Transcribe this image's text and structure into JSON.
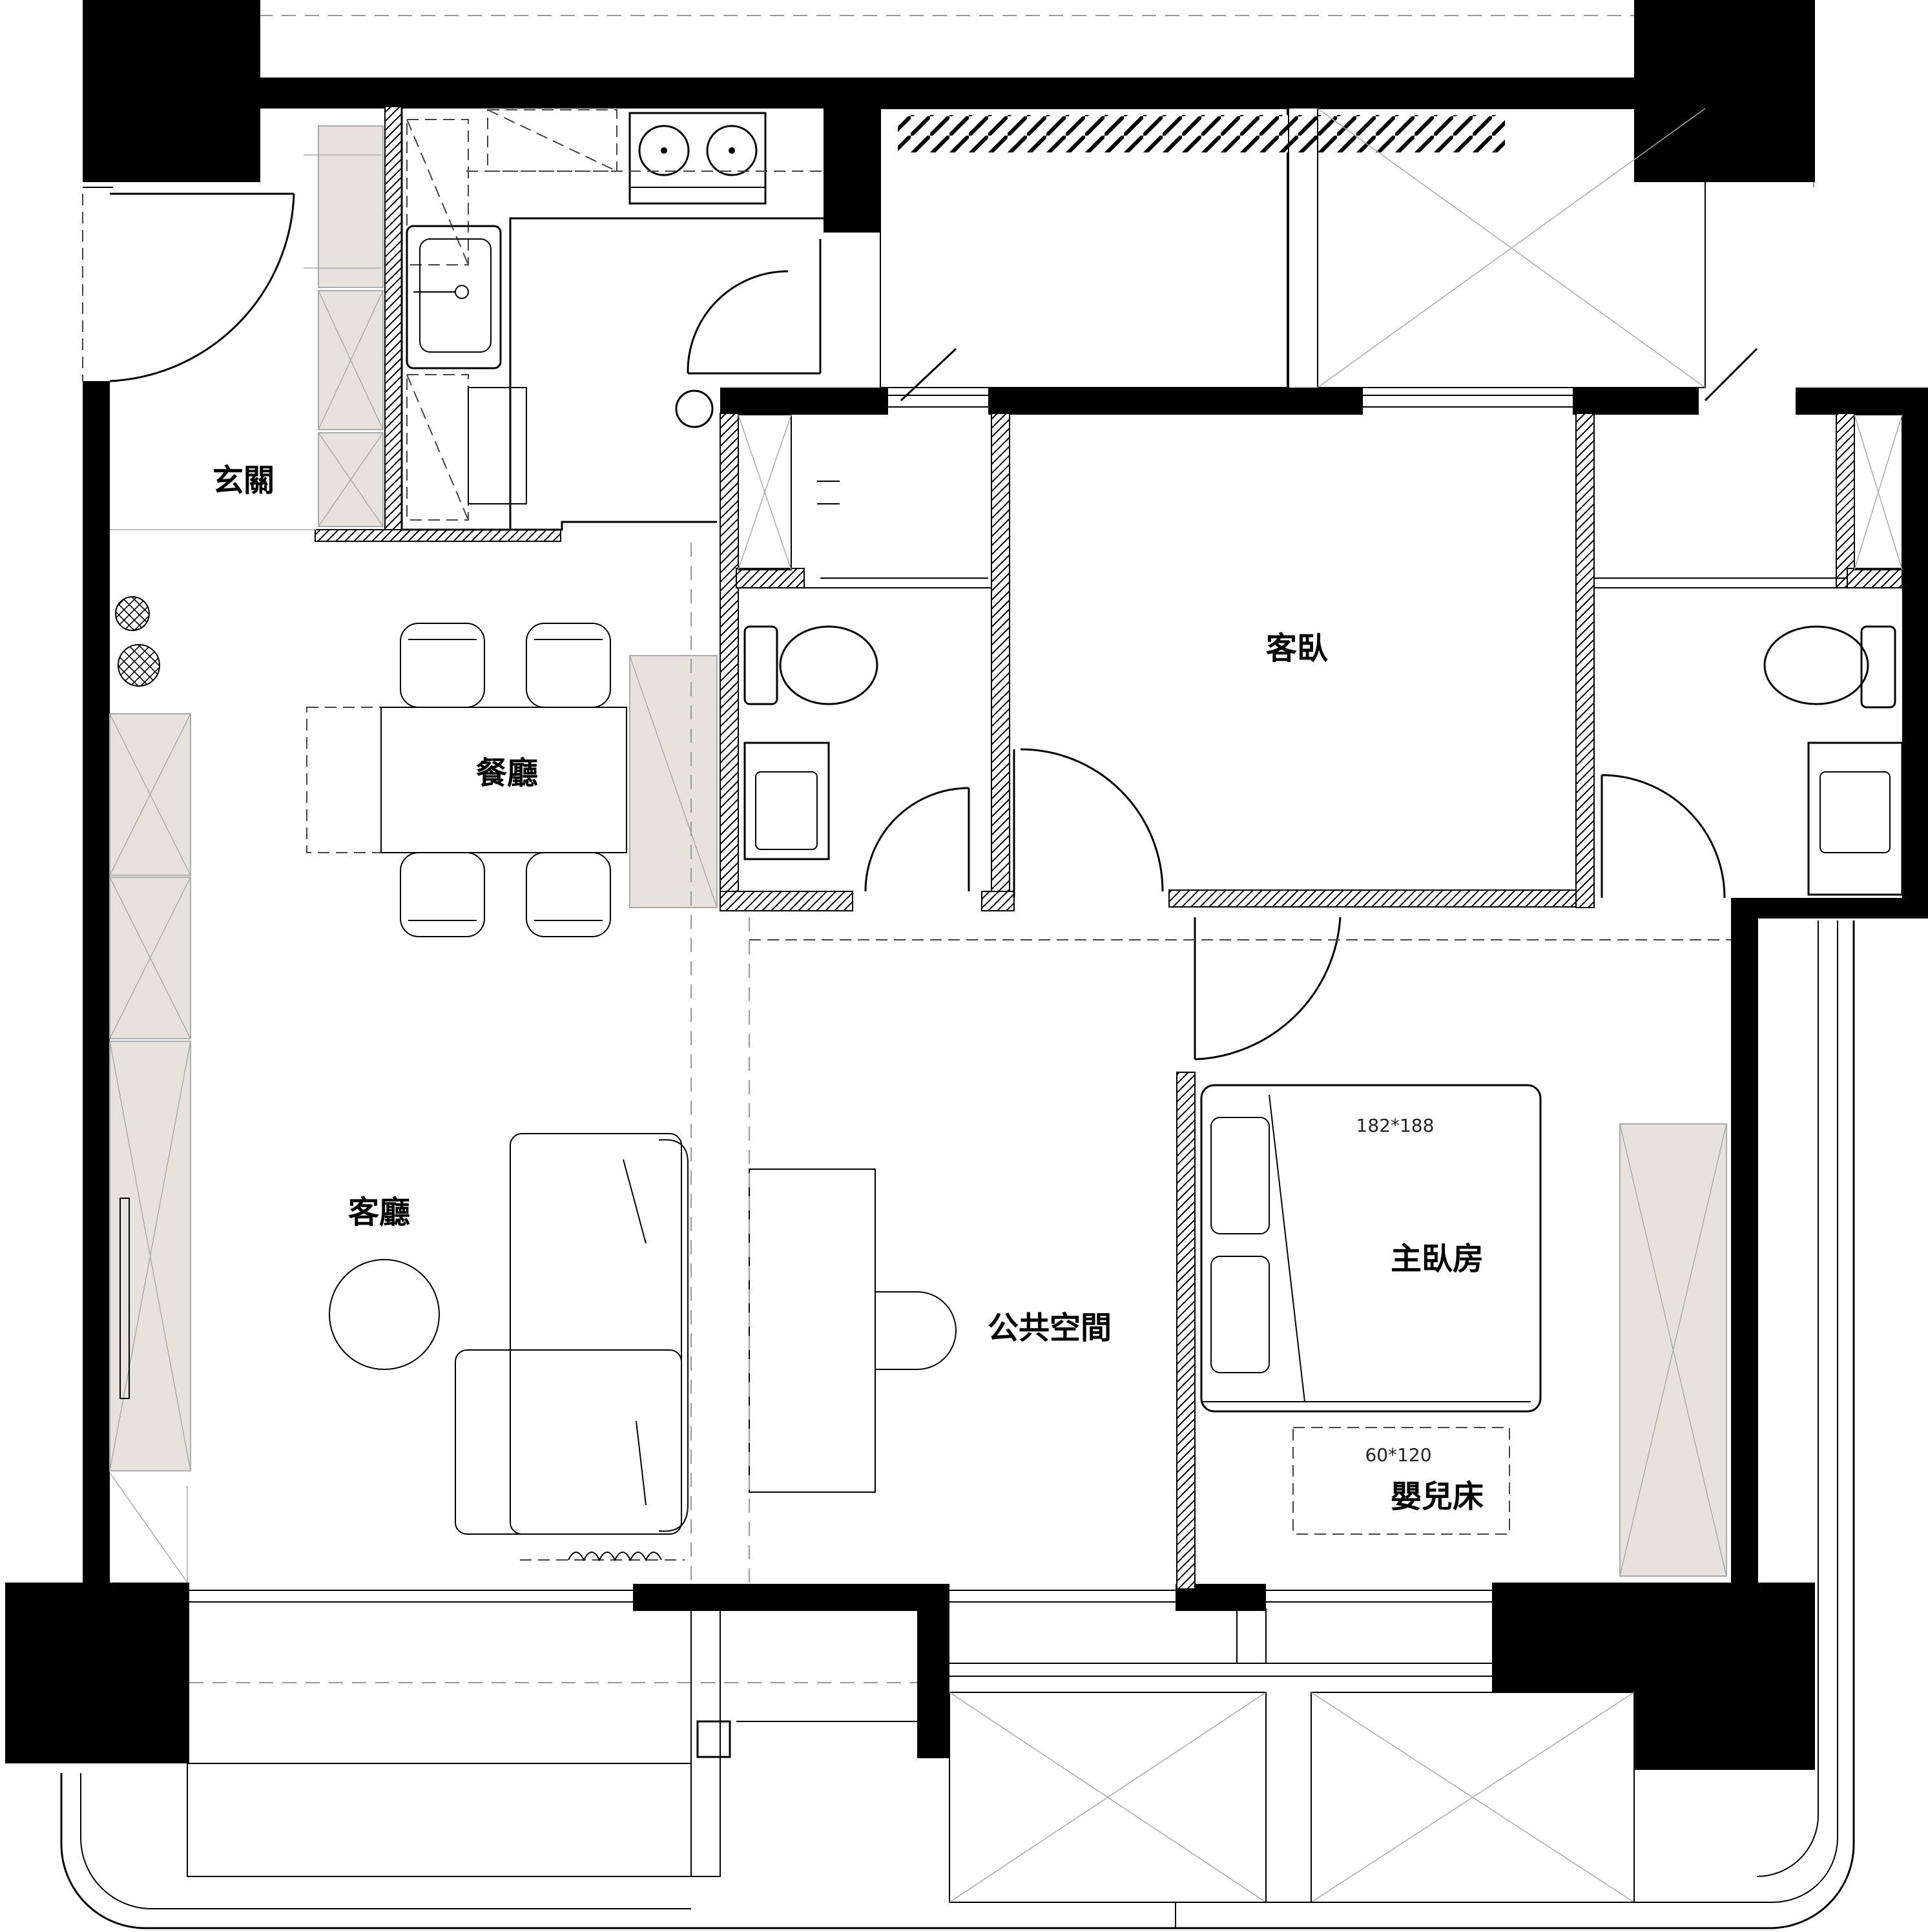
{
  "rooms": {
    "entrance": "玄關",
    "dining": "餐廳",
    "guest_bedroom": "客臥",
    "living": "客廳",
    "public_space": "公共空間",
    "master_bedroom": "主臥房",
    "crib": "嬰兒床"
  },
  "dimensions": {
    "bed": "182*188",
    "crib": "60*120"
  }
}
